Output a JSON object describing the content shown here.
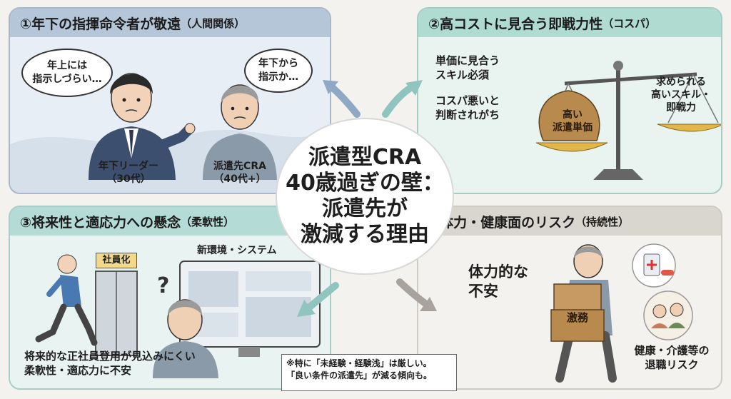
{
  "center": {
    "line1": "派遣型CRA",
    "line2": "40歳過ぎの壁：",
    "line3": "派遣先が",
    "line4": "激減する理由"
  },
  "panel1": {
    "title": "①年下の指揮命令者が敬遠",
    "title_sub": "（人間関係）",
    "bubble_left": [
      "年上には",
      "指示しづらい…"
    ],
    "bubble_right": [
      "年下から",
      "指示か…"
    ],
    "leader_label": [
      "年下リーダー",
      "（30代）"
    ],
    "cra_label": [
      "派遣先CRA",
      "（40代+）"
    ]
  },
  "panel2": {
    "title": "②高コストに見合う即戦力性",
    "title_sub": "（コスパ）",
    "text1": [
      "単価に見合う",
      "スキル必須"
    ],
    "text2": [
      "コスパ悪いと",
      "判断されがち"
    ],
    "bag_label": [
      "高い",
      "派遣単価"
    ],
    "right_label": [
      "求められる",
      "高いスキル・",
      "即戦力"
    ]
  },
  "panel3": {
    "title": "③将来性と適応力への懸念",
    "title_sub": "（柔軟性）",
    "door_sign": "社員化",
    "screen_label": "新環境・システム",
    "bottom_text": [
      "将来的な正社員登用が見込みにくい",
      "柔軟性・適応力に不安"
    ]
  },
  "panel4": {
    "title": "④体力・健康面のリスク",
    "title_sub": "（持続性）",
    "main_text": [
      "体力的な",
      "不安"
    ],
    "box_label": "激務",
    "bottom_text": [
      "健康・介護等の",
      "退職リスク"
    ]
  },
  "note": {
    "line1": "※特に「未経験・経験浅」は厳しい。",
    "line2": "「良い条件の派遣先」が減る傾向も。"
  },
  "colors": {
    "panel1_head": "#b5c6d9",
    "panel2_head": "#b0dbd1",
    "panel3_head": "#b4dbd5",
    "panel4_head": "#d9d5cf",
    "arrow_teal": "#8fc4bf",
    "arrow_blue": "#8fa9c4",
    "arrow_gray": "#a8a39c"
  }
}
